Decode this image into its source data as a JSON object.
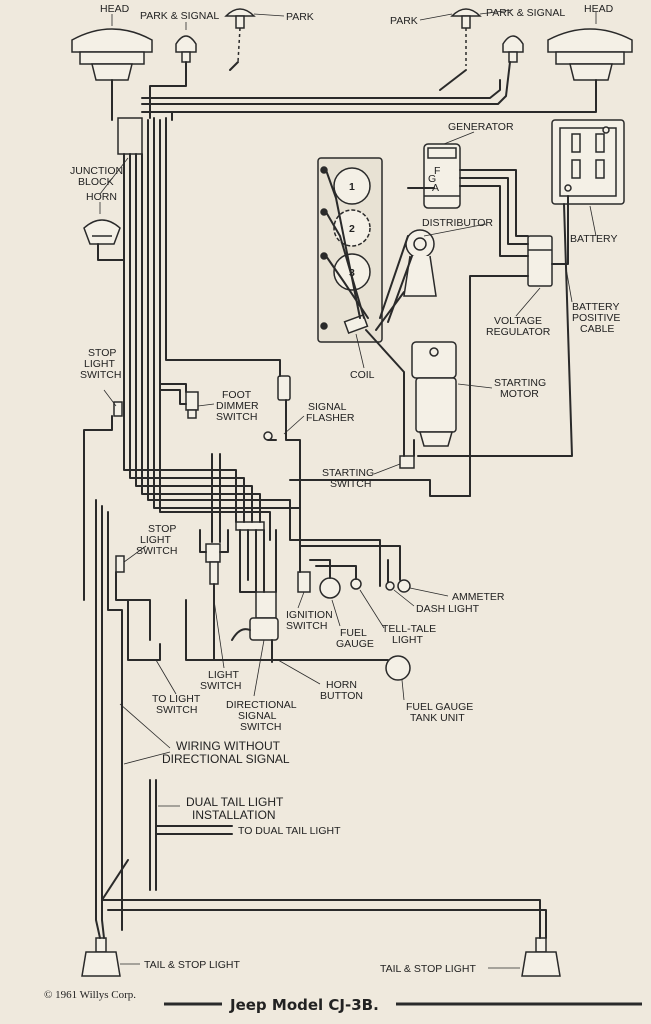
{
  "labels": {
    "head_left": "HEAD",
    "park_signal_left": "PARK & SIGNAL",
    "park_left": "PARK",
    "park_right": "PARK",
    "park_signal_right": "PARK & SIGNAL",
    "head_right": "HEAD",
    "generator": "GENERATOR",
    "gen_f": "F",
    "gen_g": "G",
    "gen_a": "A",
    "junction_block": [
      "JUNCTION",
      "BLOCK"
    ],
    "horn": "HORN",
    "distributor": "DISTRIBUTOR",
    "battery": "BATTERY",
    "cyl_1": "1",
    "cyl_2": "2",
    "cyl_3": "3",
    "voltage_regulator": [
      "VOLTAGE",
      "REGULATOR"
    ],
    "battery_positive_cable": [
      "BATTERY",
      "POSITIVE",
      "CABLE"
    ],
    "stop_light_switch_upper": [
      "STOP",
      "LIGHT",
      "SWITCH"
    ],
    "coil": "COIL",
    "starting_motor": [
      "STARTING",
      "MOTOR"
    ],
    "foot_dimmer_switch": [
      "FOOT",
      "DIMMER",
      "SWITCH"
    ],
    "signal_flasher": [
      "SIGNAL",
      "FLASHER"
    ],
    "starting_switch": [
      "STARTING",
      "SWITCH"
    ],
    "stop_light_switch_lower": [
      "STOP",
      "LIGHT",
      "SWITCH"
    ],
    "ammeter": "AMMETER",
    "dash_light": "DASH LIGHT",
    "ignition_switch": [
      "IGNITION",
      "SWITCH"
    ],
    "tell_tale_light": [
      "TELL-TALE",
      "LIGHT"
    ],
    "fuel_gauge": [
      "FUEL",
      "GAUGE"
    ],
    "light_switch": [
      "LIGHT",
      "SWITCH"
    ],
    "horn_button": [
      "HORN",
      "BUTTON"
    ],
    "to_light_switch": [
      "TO LIGHT",
      "SWITCH"
    ],
    "directional_signal_switch": [
      "DIRECTIONAL",
      "SIGNAL",
      "SWITCH"
    ],
    "fuel_gauge_tank_unit": [
      "FUEL GAUGE",
      "TANK UNIT"
    ],
    "wiring_without_directional": [
      "WIRING WITHOUT",
      "DIRECTIONAL SIGNAL"
    ],
    "dual_tail_light_installation": [
      "DUAL TAIL LIGHT",
      "INSTALLATION"
    ],
    "to_dual_tail_light": "TO DUAL TAIL LIGHT",
    "tail_stop_left": "TAIL & STOP LIGHT",
    "tail_stop_right": "TAIL & STOP LIGHT"
  },
  "footer": {
    "copyright": "© 1961 Willys Corp.",
    "title": "Jeep Model CJ-3B."
  },
  "colors": {
    "paper": "#efe9dd",
    "ink": "#2a2a2a"
  }
}
